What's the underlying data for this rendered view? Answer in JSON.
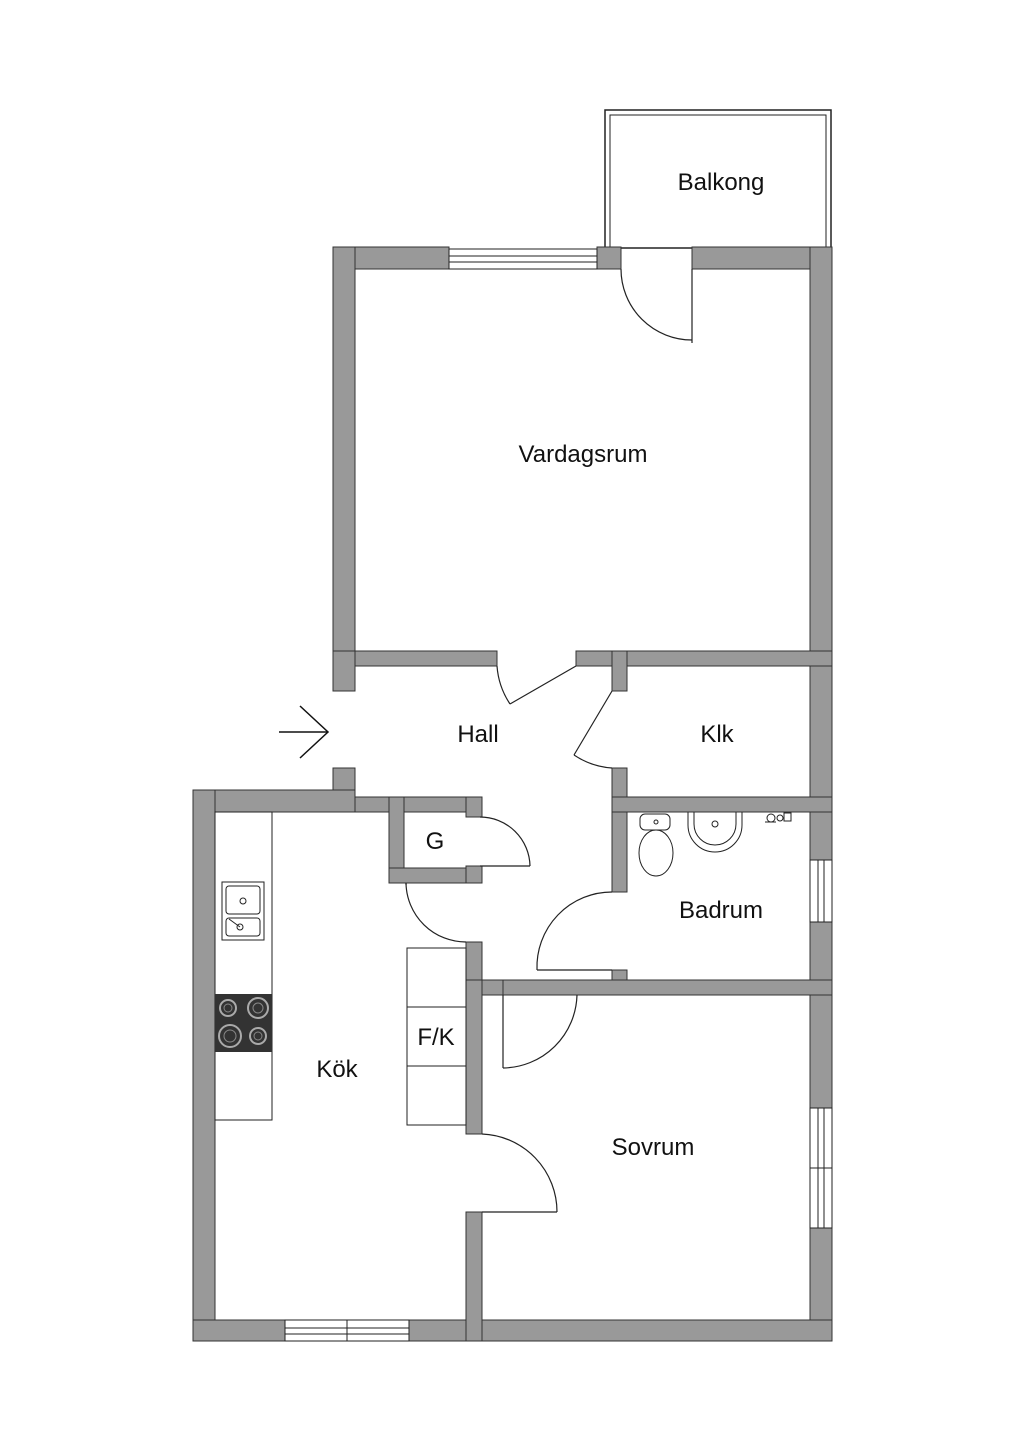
{
  "rooms": {
    "balkong": "Balkong",
    "vardagsrum": "Vardagsrum",
    "hall": "Hall",
    "klk": "Klk",
    "g": "G",
    "badrum": "Badrum",
    "kok": "Kök",
    "fk": "F/K",
    "sovrum": "Sovrum"
  },
  "colors": {
    "wall": "#999999",
    "wall_outline": "#333333",
    "line": "#222222",
    "background": "#ffffff"
  },
  "icons": {
    "entrance": "entrance-arrow-icon",
    "sink": "sink-icon",
    "stove": "stove-icon",
    "toilet": "toilet-icon",
    "washbasin": "washbasin-icon",
    "faucet": "shower-faucet-icon",
    "window": "window-icon",
    "door": "door-swing-icon"
  }
}
